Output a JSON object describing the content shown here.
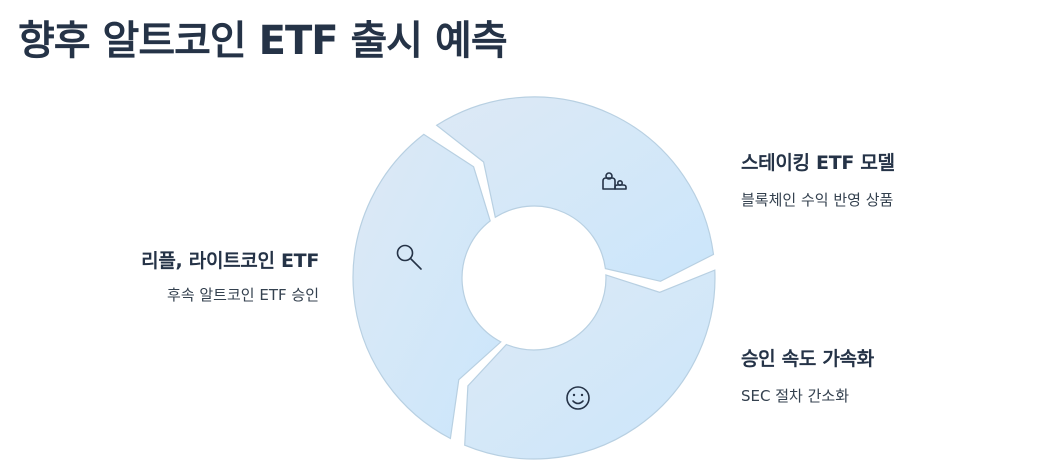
{
  "title": "향후 알트코인 ETF 출시 예측",
  "items": [
    {
      "heading": "스테이킹 ETF 모델",
      "description": "블록체인 수익 반영 상품",
      "icon": "users-icon"
    },
    {
      "heading": "승인 속도 가속화",
      "description": "SEC 절차 간소화",
      "icon": "smiley-icon"
    },
    {
      "heading": "리플, 라이트코인 ETF",
      "description": "후속 알트코인 ETF 승인",
      "icon": "search-icon"
    }
  ],
  "colors": {
    "segment_light": "#dbe9f6",
    "segment_dark": "#cce6fa",
    "text": "#253347"
  }
}
